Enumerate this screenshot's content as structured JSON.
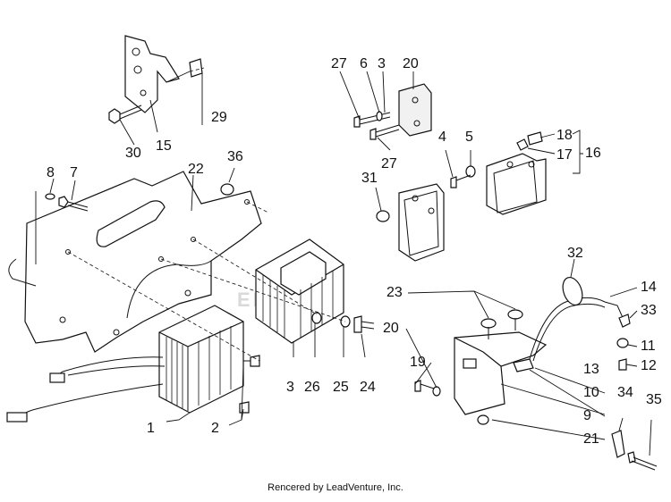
{
  "diagram": {
    "callouts": [
      {
        "id": "c1",
        "label": "1"
      },
      {
        "id": "c2",
        "label": "2"
      },
      {
        "id": "c3",
        "label": "3"
      },
      {
        "id": "c3b",
        "label": "3"
      },
      {
        "id": "c4",
        "label": "4"
      },
      {
        "id": "c5",
        "label": "5"
      },
      {
        "id": "c6",
        "label": "6"
      },
      {
        "id": "c7",
        "label": "7"
      },
      {
        "id": "c8",
        "label": "8"
      },
      {
        "id": "c9",
        "label": "9"
      },
      {
        "id": "c10",
        "label": "10"
      },
      {
        "id": "c11",
        "label": "11"
      },
      {
        "id": "c12",
        "label": "12"
      },
      {
        "id": "c13",
        "label": "13"
      },
      {
        "id": "c14",
        "label": "14"
      },
      {
        "id": "c15",
        "label": "15"
      },
      {
        "id": "c16",
        "label": "16"
      },
      {
        "id": "c17",
        "label": "17"
      },
      {
        "id": "c18",
        "label": "18"
      },
      {
        "id": "c19",
        "label": "19"
      },
      {
        "id": "c20",
        "label": "20"
      },
      {
        "id": "c20b",
        "label": "20"
      },
      {
        "id": "c21",
        "label": "21"
      },
      {
        "id": "c22",
        "label": "22"
      },
      {
        "id": "c23",
        "label": "23"
      },
      {
        "id": "c24",
        "label": "24"
      },
      {
        "id": "c25",
        "label": "25"
      },
      {
        "id": "c26",
        "label": "26"
      },
      {
        "id": "c27",
        "label": "27"
      },
      {
        "id": "c27b",
        "label": "27"
      },
      {
        "id": "c29",
        "label": "29"
      },
      {
        "id": "c30",
        "label": "30"
      },
      {
        "id": "c31",
        "label": "31"
      },
      {
        "id": "c32",
        "label": "32"
      },
      {
        "id": "c33",
        "label": "33"
      },
      {
        "id": "c34",
        "label": "34"
      },
      {
        "id": "c35",
        "label": "35"
      },
      {
        "id": "c36",
        "label": "36"
      }
    ]
  },
  "watermark": "ENTURE",
  "footer": "Rencered by LeadVenture, Inc."
}
